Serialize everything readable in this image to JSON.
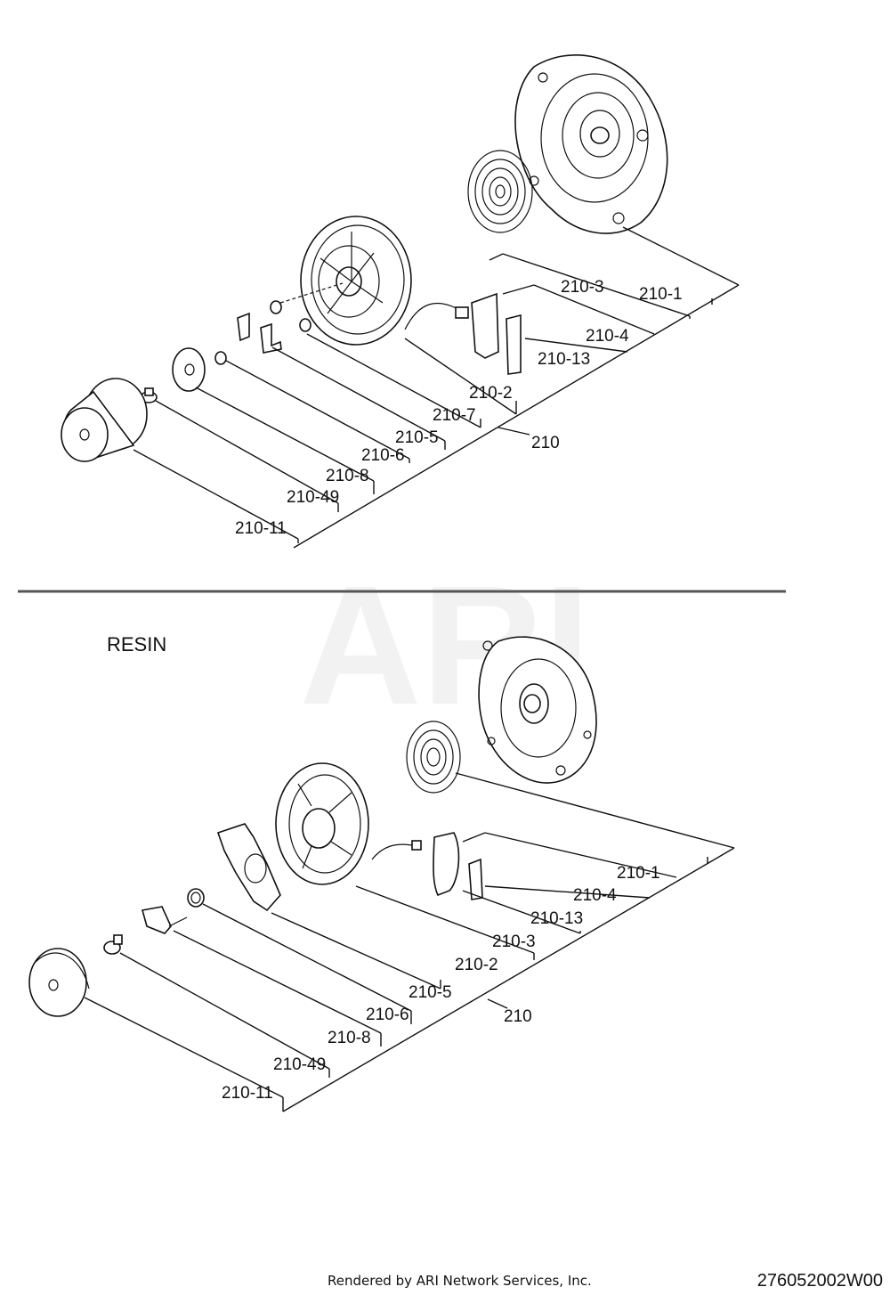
{
  "watermark": "ARI",
  "sections": [
    {
      "labels": {
        "l210_1": "210-1",
        "l210_3": "210-3",
        "l210_4": "210-4",
        "l210_13": "210-13",
        "l210_2": "210-2",
        "l210_7": "210-7",
        "l210_5": "210-5",
        "l210": "210",
        "l210_6": "210-6",
        "l210_8": "210-8",
        "l210_49": "210-49",
        "l210_11": "210-11"
      }
    },
    {
      "title": "RESIN",
      "labels": {
        "l210_1": "210-1",
        "l210_4": "210-4",
        "l210_13": "210-13",
        "l210_3": "210-3",
        "l210_2": "210-2",
        "l210_5": "210-5",
        "l210": "210",
        "l210_6": "210-6",
        "l210_8": "210-8",
        "l210_49": "210-49",
        "l210_11": "210-11"
      }
    }
  ],
  "footer": {
    "rendered_by": "Rendered by ARI Network Services, Inc.",
    "diagram_code": "276052002W00"
  }
}
